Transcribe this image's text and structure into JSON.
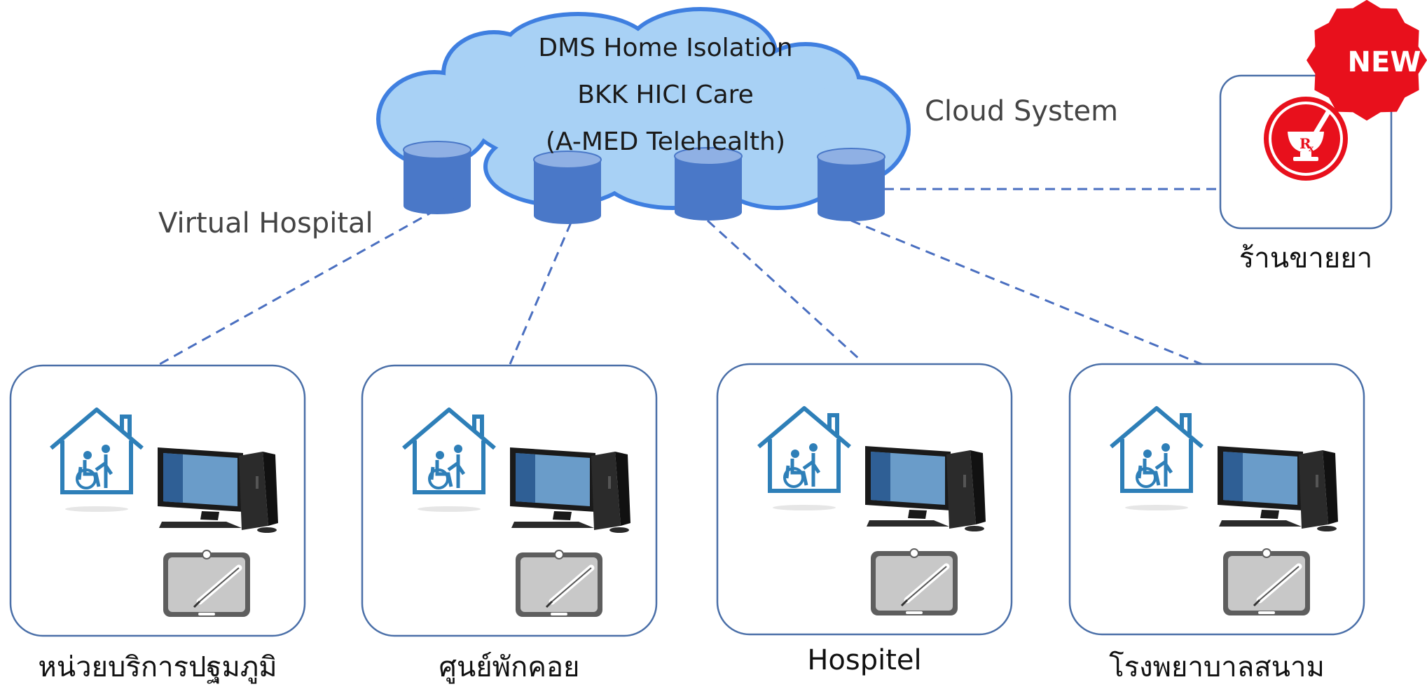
{
  "cloud": {
    "title": "DMS Home Isolation",
    "subtitle": "BKK HICI Care",
    "caption": "(A-MED Telehealth)",
    "system_label": "Cloud System"
  },
  "virtual_hospital_label": "Virtual Hospital",
  "pharmacy": {
    "label": "ร้านขายยา",
    "badge": "NEW",
    "icon": "mortar-pestle-rx-icon"
  },
  "sites": [
    {
      "label": "หน่วยบริการปฐมภูมิ"
    },
    {
      "label": "ศูนย์พักคอย"
    },
    {
      "label": "Hospitel"
    },
    {
      "label": "โรงพยาบาลสนาม"
    }
  ],
  "site_icons": [
    "home-care-icon",
    "desktop-computer-icon",
    "signature-tablet-icon"
  ],
  "colors": {
    "cloud_fill": "#a8d1f5",
    "cloud_stroke": "#3f7fe0",
    "database": "#4a78c8",
    "connector": "#4a6fc0",
    "box_stroke": "#4a6fa8",
    "house": "#2e7fb8",
    "badge": "#e8101c"
  }
}
